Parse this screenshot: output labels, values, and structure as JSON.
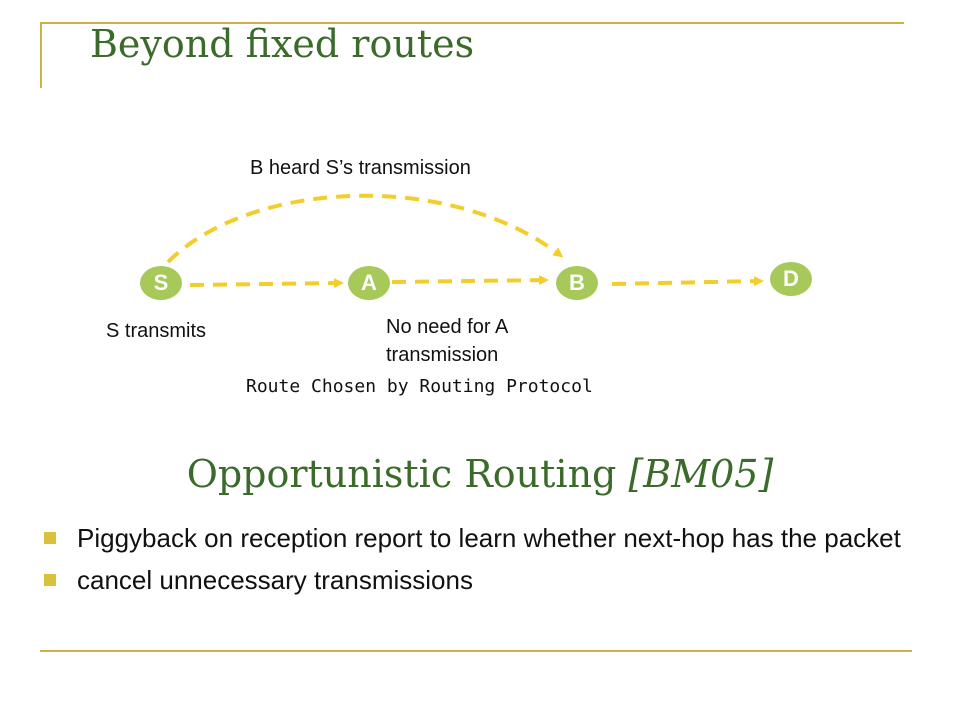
{
  "slide": {
    "title": "Beyond fixed routes",
    "subtitle_main": "Opportunistic Routing ",
    "subtitle_cite": "[BM05]",
    "accent_color": "#c9b24a",
    "title_color": "#3b6b2a",
    "node_color": "#a7c95a",
    "arrow_color": "#f3cd2b"
  },
  "diagram": {
    "nodes": [
      {
        "id": "S",
        "label": "S"
      },
      {
        "id": "A",
        "label": "A"
      },
      {
        "id": "B",
        "label": "B"
      },
      {
        "id": "D",
        "label": "D"
      }
    ],
    "annotation_heard": "B heard S’s transmission",
    "annotation_s_transmits": "S transmits",
    "annotation_no_need_line1": "No need for A",
    "annotation_no_need_line2": "transmission",
    "annotation_route": "Route Chosen by Routing Protocol"
  },
  "bullets": [
    "Piggyback on reception report to learn whether next-hop has the packet",
    "cancel unnecessary transmissions"
  ]
}
